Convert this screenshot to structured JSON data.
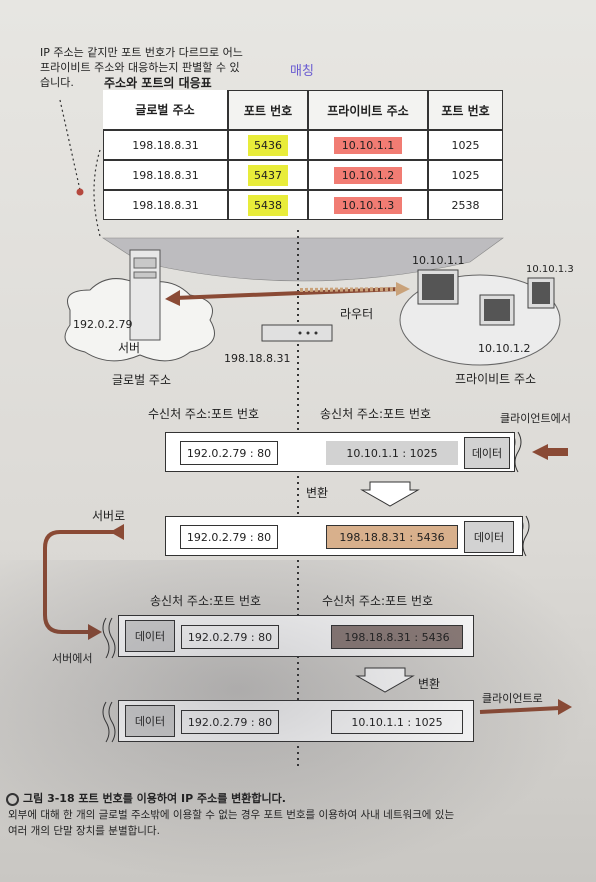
{
  "note": {
    "line1": "IP 주소는 같지만 포트 번호가 다르므로 어느",
    "line2": "프라이비트 주소와 대응하는지 판별할 수 있",
    "line3": "습니다."
  },
  "handwritten": "매칭",
  "table": {
    "title": "주소와 포트의 대응표",
    "headers": [
      "글로벌 주소",
      "포트 번호",
      "프라이비트 주소",
      "포트 번호"
    ],
    "rows": [
      [
        "198.18.8.31",
        "5436",
        "10.10.1.1",
        "1025"
      ],
      [
        "198.18.8.31",
        "5437",
        "10.10.1.2",
        "1025"
      ],
      [
        "198.18.8.31",
        "5438",
        "10.10.1.3",
        "2538"
      ]
    ]
  },
  "network": {
    "server_ip": "192.0.2.79",
    "server_label": "서버",
    "global_label": "글로벌 주소",
    "router_label": "라우터",
    "router_ip": "198.18.8.31",
    "pc1": "10.10.1.1",
    "pc2": "10.10.1.2",
    "pc3": "10.10.1.3",
    "private_label": "프라이비트 주소"
  },
  "flow": {
    "hdr_dst": "수신처 주소:포트 번호",
    "hdr_src": "송신처 주소:포트 번호",
    "from_client": "클라이언트에서",
    "row1_a": "192.0.2.79 : 80",
    "row1_b": "10.10.1.1 : 1025",
    "data": "데이터",
    "convert1": "변환",
    "to_server": "서버로",
    "row2_a": "192.0.2.79 : 80",
    "row2_b": "198.18.8.31 : 5436",
    "hdr2_src": "송신처 주소:포트 번호",
    "hdr2_dst": "수신처 주소:포트 번호",
    "from_server": "서버에서",
    "row3_a": "192.0.2.79 : 80",
    "row3_b": "198.18.8.31 : 5436",
    "convert2": "변환",
    "to_client": "클라이언트로",
    "row4_a": "192.0.2.79 : 80",
    "row4_b": "10.10.1.1 : 1025"
  },
  "caption": {
    "title": "그림 3-18 포트 번호를 이용하여 IP 주소를 변환합니다.",
    "line1": "외부에 대해 한 개의 글로벌 주소밖에 이용할 수 없는 경우 포트 번호를 이용하여 사내 네트워크에 있는",
    "line2": "여러 개의 단말 장치를 분별합니다."
  },
  "colors": {
    "highlight_yellow": "#e8ec3a",
    "highlight_red": "#f17c73",
    "arrow_brown": "#8a4a35"
  }
}
